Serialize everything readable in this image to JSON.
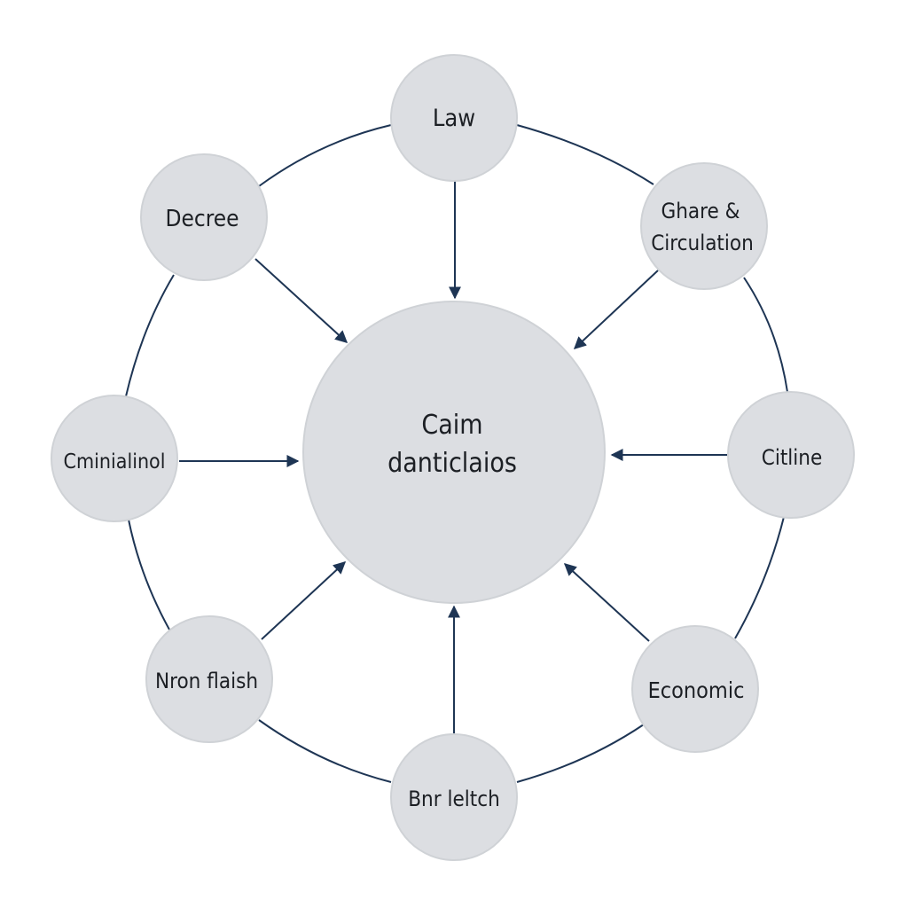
{
  "diagram": {
    "colors": {
      "background": "#ffffff",
      "node_fill": "#dcdee2",
      "node_stroke": "#cfd2d6",
      "connector": "#1e3554",
      "text": "#1c1f24"
    },
    "center": {
      "lines": [
        "Caim",
        "danticlaios"
      ]
    },
    "nodes": [
      {
        "id": "law",
        "lines": [
          "Law"
        ]
      },
      {
        "id": "share-circulation",
        "lines": [
          "Ghare &",
          "Circulation"
        ]
      },
      {
        "id": "citline",
        "lines": [
          "Citline"
        ]
      },
      {
        "id": "economic",
        "lines": [
          "Economic"
        ]
      },
      {
        "id": "bnr-leltch",
        "lines": [
          "Bnr leltch"
        ]
      },
      {
        "id": "nron-flaish",
        "lines": [
          "Nron flaish"
        ]
      },
      {
        "id": "cminialinol",
        "lines": [
          "Cminialinol"
        ]
      },
      {
        "id": "decree",
        "lines": [
          "Decree"
        ]
      }
    ]
  }
}
